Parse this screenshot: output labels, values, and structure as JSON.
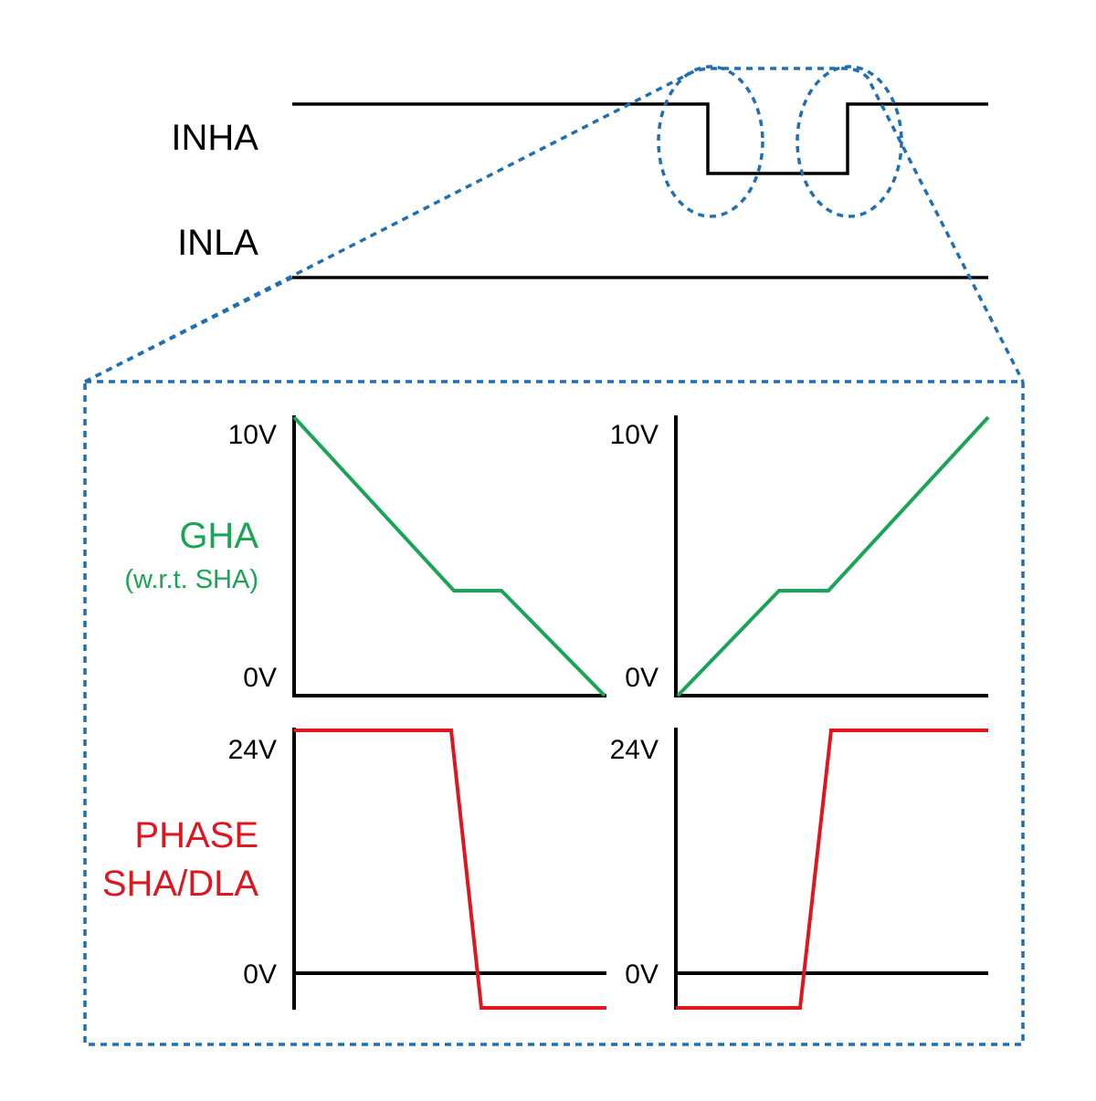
{
  "signals": {
    "inha_label": "INHA",
    "inla_label": "INLA"
  },
  "colors": {
    "zoom_outline": "#1f6fb2",
    "gha_trace": "#1aa556",
    "phase_trace": "#e0161f",
    "signal": "#000000"
  },
  "gha": {
    "label": "GHA",
    "sublabel": "(w.r.t. SHA)",
    "top_tick": "10V",
    "bottom_tick": "0V",
    "top_tick_right": "10V",
    "bottom_tick_right": "0V"
  },
  "phase": {
    "label_line1": "PHASE",
    "label_line2": "SHA/DLA",
    "top_tick": "24V",
    "zero_tick": "0V",
    "top_tick_right": "24V",
    "zero_tick_right": "0V"
  }
}
